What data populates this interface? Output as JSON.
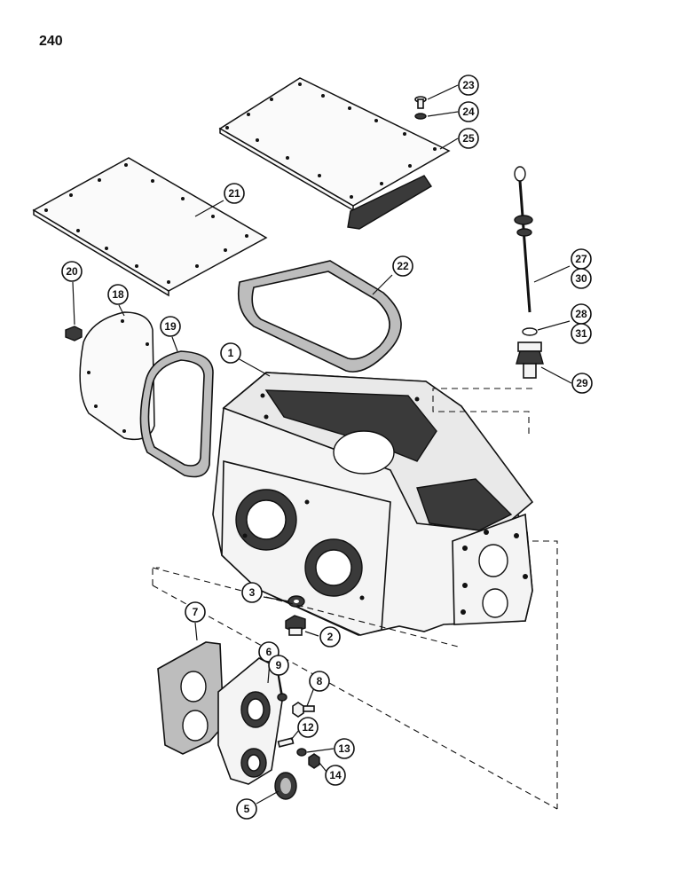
{
  "page_number": "240",
  "callouts": [
    {
      "id": "c1",
      "label": "1"
    },
    {
      "id": "c2",
      "label": "2"
    },
    {
      "id": "c3",
      "label": "3"
    },
    {
      "id": "c5",
      "label": "5"
    },
    {
      "id": "c6",
      "label": "6"
    },
    {
      "id": "c7",
      "label": "7"
    },
    {
      "id": "c8",
      "label": "8"
    },
    {
      "id": "c9",
      "label": "9"
    },
    {
      "id": "c12",
      "label": "12"
    },
    {
      "id": "c13",
      "label": "13"
    },
    {
      "id": "c14",
      "label": "14"
    },
    {
      "id": "c18",
      "label": "18"
    },
    {
      "id": "c19",
      "label": "19"
    },
    {
      "id": "c20",
      "label": "20"
    },
    {
      "id": "c21",
      "label": "21"
    },
    {
      "id": "c22",
      "label": "22"
    },
    {
      "id": "c23",
      "label": "23"
    },
    {
      "id": "c24",
      "label": "24"
    },
    {
      "id": "c25",
      "label": "25"
    },
    {
      "id": "c27",
      "label": "27"
    },
    {
      "id": "c28",
      "label": "28"
    },
    {
      "id": "c29",
      "label": "29"
    },
    {
      "id": "c30",
      "label": "30"
    },
    {
      "id": "c31",
      "label": "31"
    }
  ]
}
